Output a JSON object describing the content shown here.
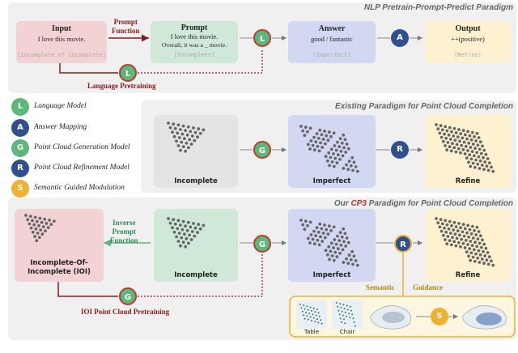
{
  "top": {
    "title": "NLP  Pretrain-Prompt-Predict Paradigm",
    "input": {
      "title": "Input",
      "text": "I love this movie.",
      "sub": "[Incomplete of incomplete]"
    },
    "prompt_function_label": "Prompt\nFunction",
    "prompt": {
      "title": "Prompt",
      "line1": "I love this movie.",
      "line2": "Overall, it was a _ movie.",
      "sub": "[Incomplete]"
    },
    "answer": {
      "title": "Answer",
      "text": "good / fantastic",
      "sub": "[Imperfect]"
    },
    "output": {
      "title": "Output",
      "text": "++(positive)",
      "sub": "[Refine]"
    },
    "pretraining_label": "Language Pretraining"
  },
  "legend": [
    {
      "letter": "L",
      "text": "Language Model",
      "color": "#5cb87a"
    },
    {
      "letter": "A",
      "text": "Answer Mapping",
      "color": "#2f4f8f"
    },
    {
      "letter": "G",
      "text": "Point Cloud Generation Model",
      "color": "#5cb87a"
    },
    {
      "letter": "R",
      "text": "Point Cloud Refinement Model",
      "color": "#2f4f8f"
    },
    {
      "letter": "S",
      "text": "Semantic Guided Modulation",
      "color": "#f0b030"
    }
  ],
  "middle": {
    "title": "Existing Paradigm for Point Cloud Completion",
    "incomplete": "Incomplete",
    "imperfect": "Imperfect",
    "refine": "Refine"
  },
  "bottom": {
    "title_prefix": "Our ",
    "title_highlight": "CP3",
    "title_suffix": " Paradigm for Point Cloud Completion",
    "ioi_label": "Incomplete-Of-\nIncomplete (IOI)",
    "inverse_label": "Inverse\nPrompt\nFunction",
    "incomplete": "Incomplete",
    "imperfect": "Imperfect",
    "refine": "Refine",
    "pretraining_label": "IOI Point Cloud Pretraining",
    "semantic": "Semantic",
    "guidance": "Guidance",
    "table": "Table",
    "chair": "Chair"
  },
  "circles": {
    "L": "L",
    "A": "A",
    "G": "G",
    "R": "R",
    "S": "S"
  },
  "colors": {
    "green_box": "#cfe8d8",
    "red_box": "#f2d2d2",
    "blue_box": "#d2d8f2",
    "yellow_box": "#fdf1cf",
    "accent_red": "#8b1a1a",
    "gold": "#f0b030"
  }
}
